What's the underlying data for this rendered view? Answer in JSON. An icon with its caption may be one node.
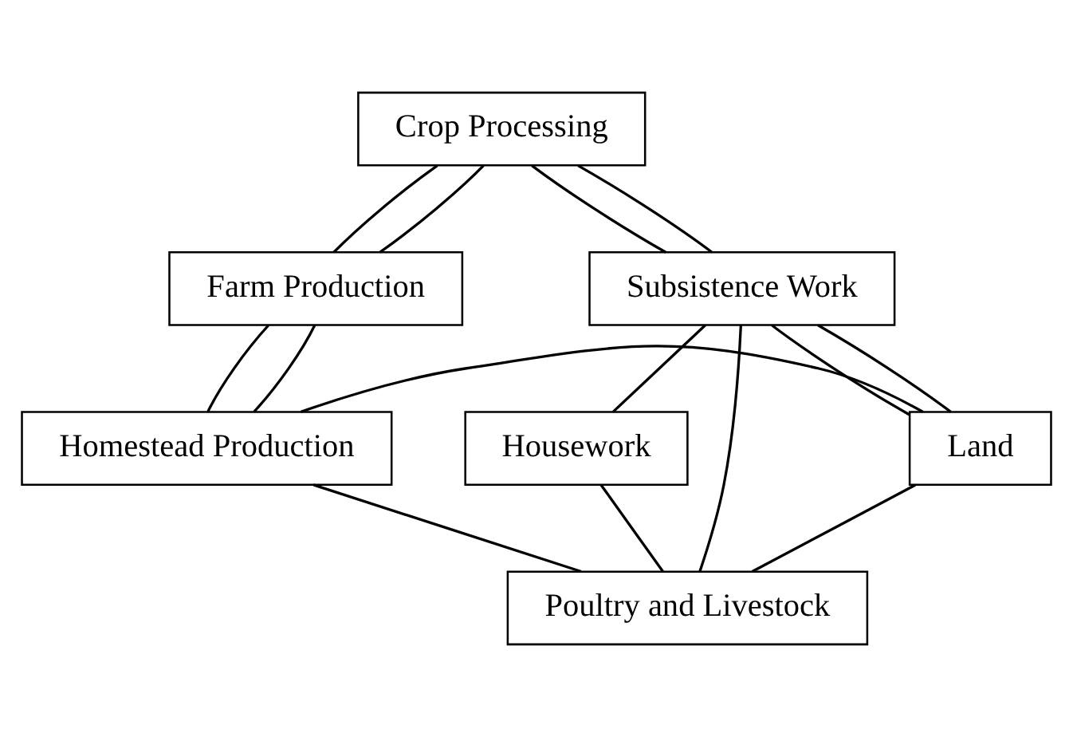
{
  "diagram": {
    "nodes": [
      {
        "text": [
          "Crop Processing"
        ]
      },
      {
        "text": [
          "Subsistence Work"
        ]
      },
      {
        "text": [
          "Farm Production"
        ]
      },
      {
        "text": [
          "Land"
        ]
      },
      {
        "text": [
          "Homestead Production"
        ]
      },
      {
        "text": [
          "Housework"
        ]
      },
      {
        "text": [
          "Poultry and Livestock"
        ]
      }
    ],
    "edges": [
      {
        "from": 0,
        "to": 1,
        "arrow": "none"
      },
      {
        "from": 0,
        "to": 1,
        "arrow": "none"
      },
      {
        "from": 0,
        "to": 2,
        "arrow": "none"
      },
      {
        "from": 0,
        "to": 2,
        "arrow": "none"
      },
      {
        "from": 1,
        "to": 3,
        "arrow": "none"
      },
      {
        "from": 1,
        "to": 3,
        "arrow": "none"
      },
      {
        "from": 1,
        "to": 5,
        "arrow": "none"
      },
      {
        "from": 1,
        "to": 6,
        "arrow": "none"
      },
      {
        "from": 2,
        "to": 4,
        "arrow": "none"
      },
      {
        "from": 2,
        "to": 4,
        "arrow": "none"
      },
      {
        "from": 4,
        "to": 6,
        "arrow": "none"
      },
      {
        "from": 4,
        "to": 3,
        "arrow": "none"
      },
      {
        "from": 3,
        "to": 6,
        "arrow": "none"
      },
      {
        "from": 5,
        "to": 6,
        "arrow": "none"
      }
    ]
  }
}
